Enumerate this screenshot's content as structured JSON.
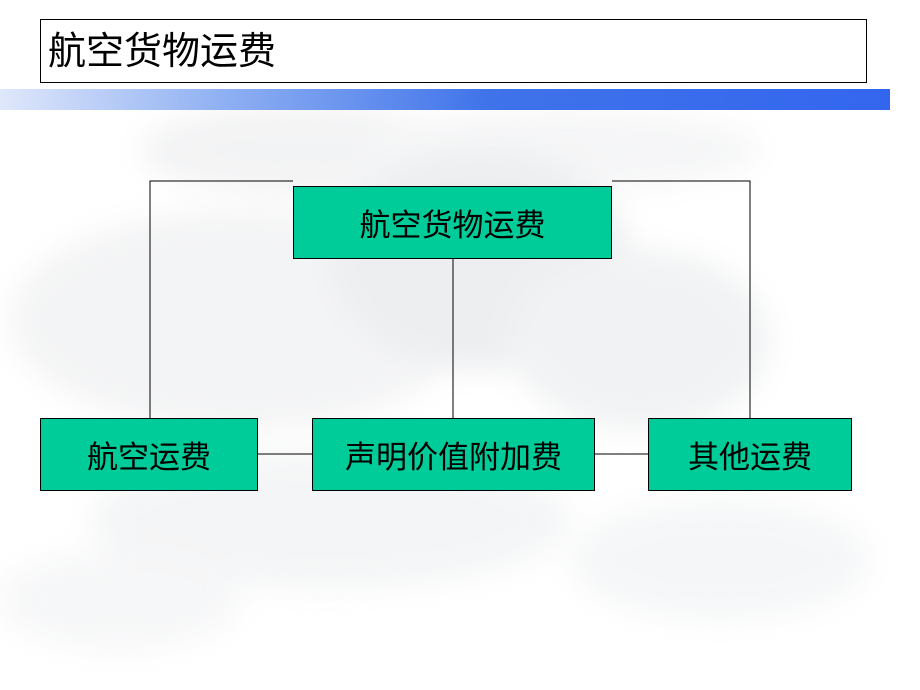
{
  "slide": {
    "title": "航空货物运费"
  },
  "diagram": {
    "root": {
      "label": "航空货物运费"
    },
    "children": [
      {
        "label": "航空运费"
      },
      {
        "label": "声明价值附加费"
      },
      {
        "label": "其他运费"
      }
    ]
  },
  "colors": {
    "node_fill": "#00cc99",
    "title_bar": "#3366ee",
    "line": "#000000"
  }
}
